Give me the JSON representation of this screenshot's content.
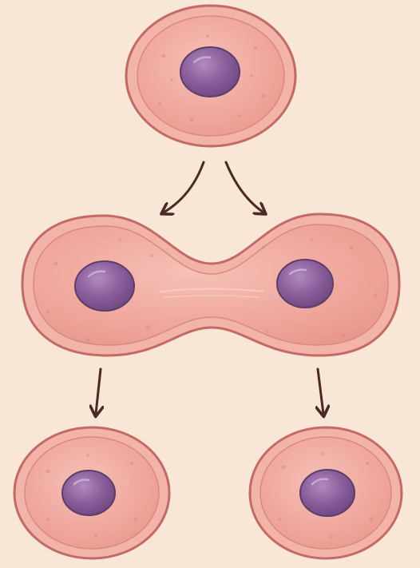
{
  "figure": {
    "subject": "cell division",
    "stages": [
      {
        "id": "parent-cell",
        "nuclei": 1
      },
      {
        "id": "dividing-cell",
        "nuclei": 2
      },
      {
        "id": "daughter-cell-left",
        "nuclei": 1
      },
      {
        "id": "daughter-cell-right",
        "nuclei": 1
      }
    ],
    "arrows": 4
  },
  "colors": {
    "background": "#f8e6d6",
    "cell_outline": "#c46a66",
    "cell_membrane": "#f2b3a8",
    "cytoplasm": "#efa49a",
    "cytoplasm_spots": "#de8a80",
    "nucleus": "#8a5d9b",
    "nucleus_outline": "#5b3e68",
    "arrow": "#4a2a22"
  }
}
